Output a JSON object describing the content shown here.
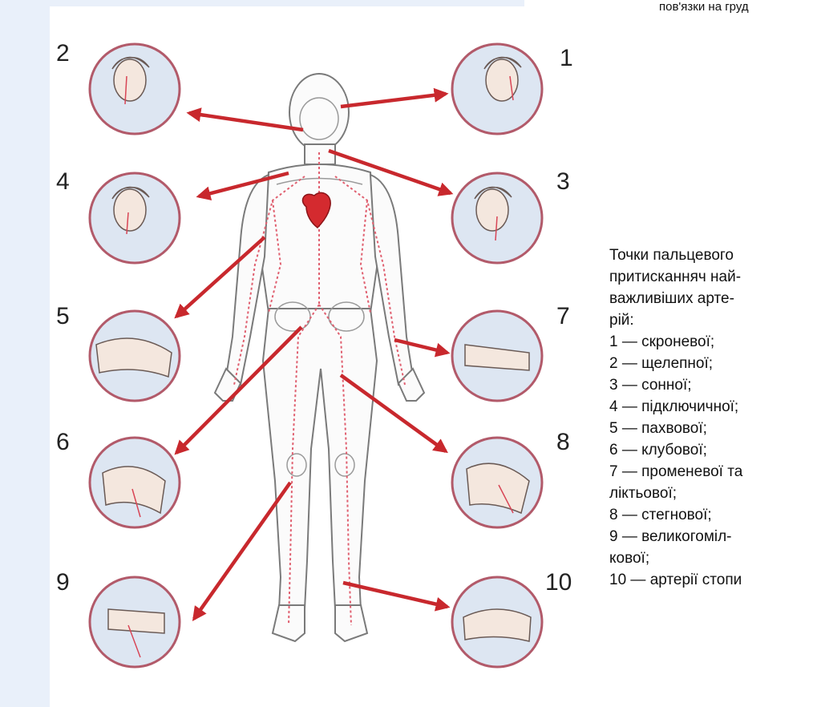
{
  "top_caption": "пов'язки на груд",
  "labels": [
    "1",
    "2",
    "3",
    "4",
    "5",
    "6",
    "7",
    "8",
    "9",
    "10"
  ],
  "caption_lines": [
    "Точки пальцевого",
    "притисканняч най-",
    "важливіших арте-",
    "рій:",
    "1 — скроневої;",
    "2 — щелепної;",
    "3 — сонної;",
    "4 — підключичної;",
    "5 — пахвової;",
    "6 — клубової;",
    "7 — променевої та",
    "ліктьової;",
    "8 — стегнової;",
    "9 — великогоміл-",
    "кової;",
    "10 — артерії стопи"
  ],
  "colors": {
    "arrow": "#c8282d",
    "circle_fill": "#dde6f2",
    "circle_stroke": "#b25a6a",
    "body_outline": "#7a7a7a",
    "artery": "#e06070",
    "heart": "#d42a2f",
    "background_strip": "#e9f0fa"
  }
}
